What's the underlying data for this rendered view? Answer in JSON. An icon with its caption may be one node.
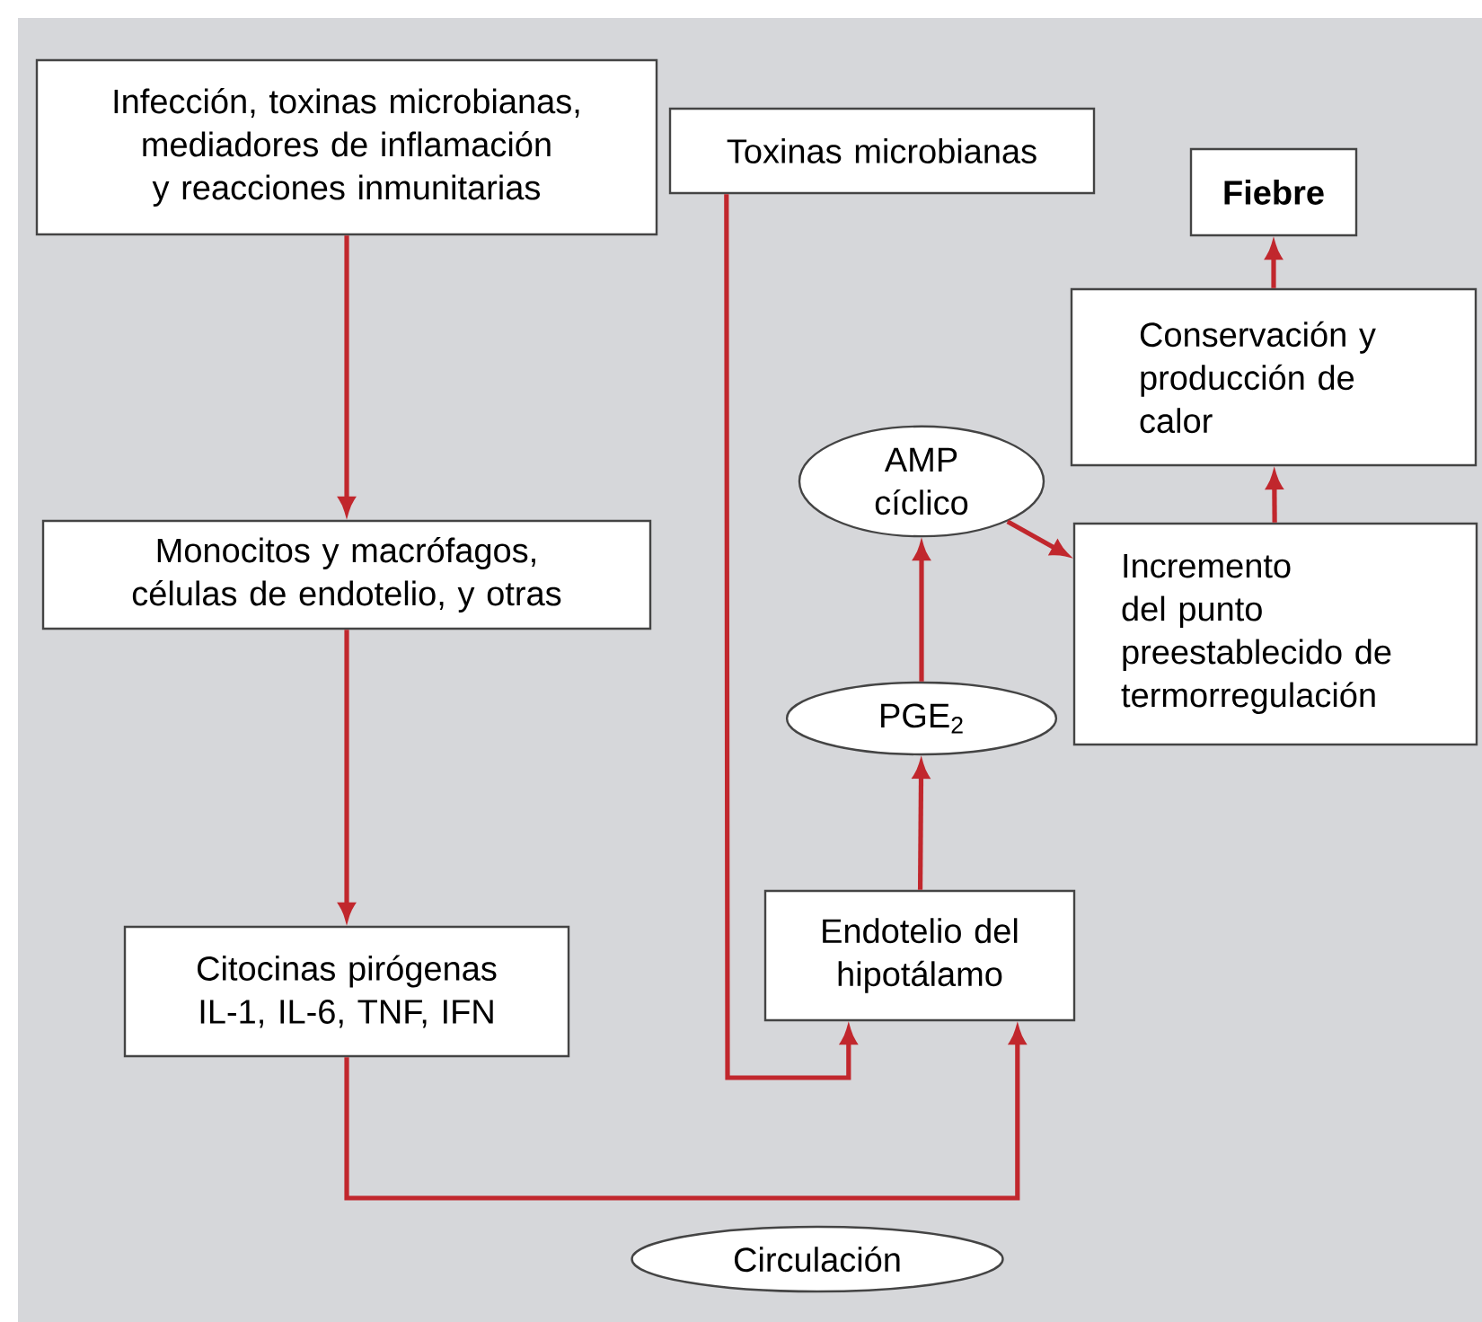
{
  "diagram": {
    "nodes": [
      {
        "text": [
          "Infección, toxinas microbianas, mediadores de inflamación y reacciones inmunitarias"
        ]
      },
      {
        "text": [
          "Toxinas microbianas"
        ]
      },
      {
        "text": [
          "Fiebre"
        ]
      },
      {
        "text": [
          "Conservación y producción de calor"
        ]
      },
      {
        "text": [
          "AMP cíclico"
        ]
      },
      {
        "text": [
          "Incremento del punto preestablecido de termorregulación"
        ]
      },
      {
        "text": [
          "PGE$_{2}$"
        ]
      },
      {
        "text": [
          "Monocitos y macrófagos, células de endotelio, y otras"
        ]
      },
      {
        "text": [
          "Endotelio del hipotálamo"
        ]
      },
      {
        "text": [
          "Citocinas pirógenas IL-1, IL-6, TNF, IFN"
        ]
      },
      {
        "text": [
          "Circulación"
        ]
      }
    ],
    "edges": [
      {
        "from": 0,
        "to": 7,
        "arrow": "to"
      },
      {
        "from": 7,
        "to": 9,
        "arrow": "to"
      },
      {
        "from": 1,
        "to": 8,
        "arrow": "to"
      },
      {
        "from": 9,
        "to": 8,
        "arrow": "to"
      },
      {
        "from": 8,
        "to": 6,
        "arrow": "to"
      },
      {
        "from": 6,
        "to": 4,
        "arrow": "to"
      },
      {
        "from": 4,
        "to": 5,
        "arrow": "to"
      },
      {
        "from": 5,
        "to": 3,
        "arrow": "to"
      },
      {
        "from": 3,
        "to": 2,
        "arrow": "to"
      }
    ]
  }
}
